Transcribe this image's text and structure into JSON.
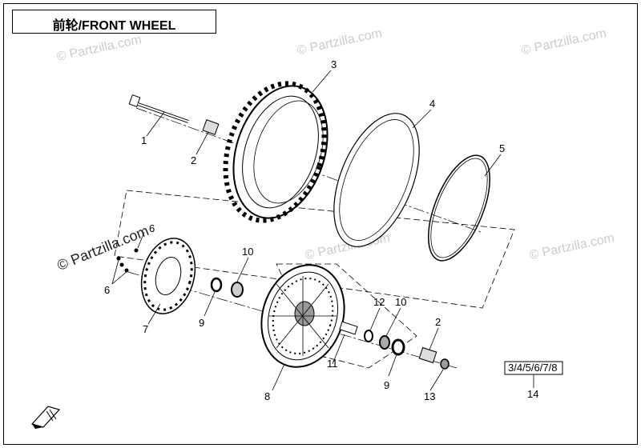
{
  "title": "前轮/FRONT WHEEL",
  "watermark": "© Partzilla.com",
  "callouts": {
    "n1": "1",
    "n2a": "2",
    "n2b": "2",
    "n3": "3",
    "n4": "4",
    "n5": "5",
    "n6a": "6",
    "n6b": "6",
    "n7": "7",
    "n8": "8",
    "n9a": "9",
    "n9b": "9",
    "n10a": "10",
    "n10b": "10",
    "n11": "11",
    "n12": "12",
    "n13": "13",
    "n14": "14"
  },
  "kit_box": "3/4/5/6/7/8",
  "colors": {
    "line": "#000000",
    "watermark": "#cccccc"
  }
}
